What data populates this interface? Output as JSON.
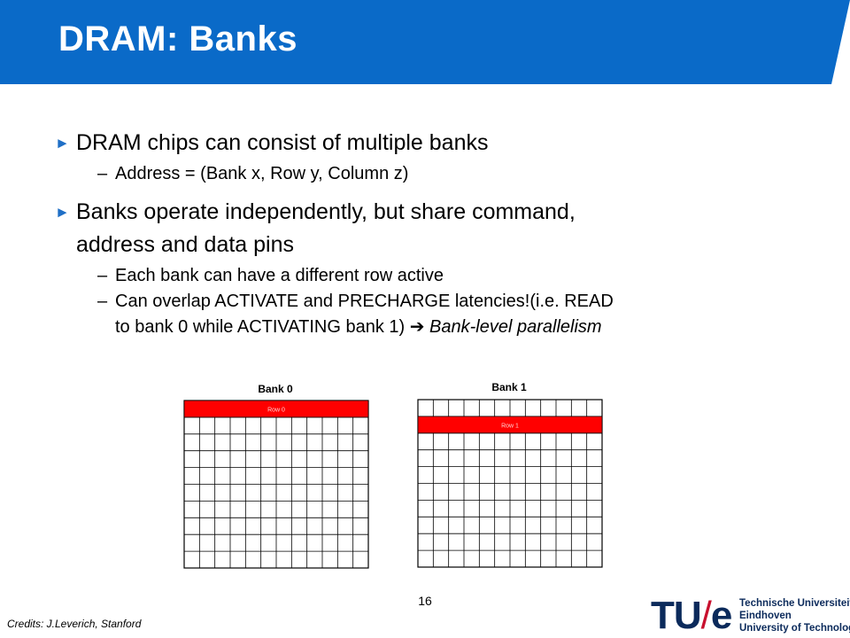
{
  "slide": {
    "title": "DRAM: Banks",
    "page_number": "16",
    "credits": "Credits: J.Leverich, Stanford"
  },
  "bullets": {
    "b1": {
      "marker": "►",
      "text": "DRAM chips can consist of multiple banks",
      "sub1": {
        "dash": "–",
        "text": "Address = (Bank x, Row y, Column z)"
      }
    },
    "b2": {
      "marker": "►",
      "line1": "Banks operate independently, but share command,",
      "line2": "address and data pins",
      "sub1": {
        "dash": "–",
        "text": "Each bank can have a different row active"
      },
      "sub2": {
        "dash": "–",
        "line1": "Can overlap ACTIVATE and PRECHARGE latencies!(i.e. READ",
        "line2_pre": "to bank 0 while ACTIVATING bank 1) ",
        "arrow": "➔",
        "line2_italic": " Bank-level parallelism"
      }
    }
  },
  "banks": [
    {
      "label": "Bank 0",
      "row_label": "Row 0",
      "active_row": 0
    },
    {
      "label": "Bank 1",
      "row_label": "Row 1",
      "active_row": 1
    }
  ],
  "logo": {
    "tu": "TU",
    "slash": "/",
    "e": "e",
    "line1": "Technische Universiteit",
    "line2": "Eindhoven",
    "line3": "University of Technology"
  },
  "colors": {
    "header_blue": "#0a6ac8",
    "active_row_red": "#ff0000",
    "bullet_blue": "#1f6fc6"
  }
}
